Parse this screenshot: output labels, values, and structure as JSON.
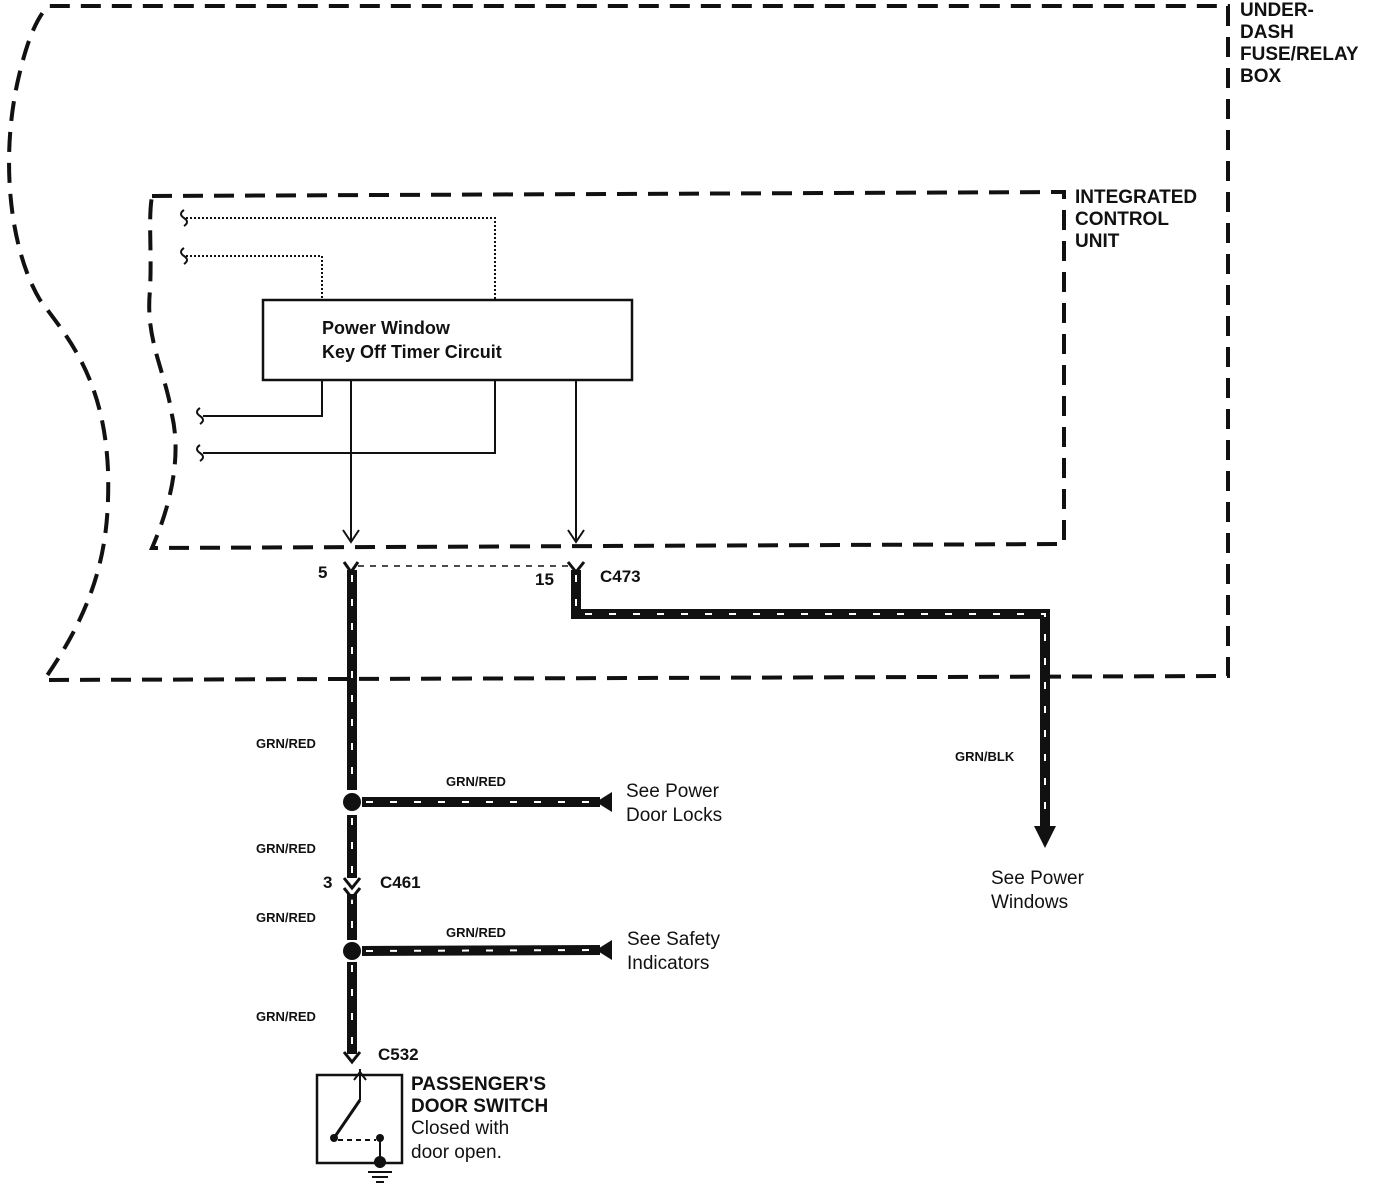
{
  "diagram": {
    "fuse_box_label": [
      "UNDER-",
      "DASH",
      "FUSE/RELAY",
      "BOX"
    ],
    "control_unit_label": [
      "INTEGRATED",
      "CONTROL",
      "UNIT"
    ],
    "timer_box_label": [
      "Power Window",
      "Key Off Timer Circuit"
    ],
    "connectors": {
      "c473": "C473",
      "c461": "C461",
      "c532": "C532",
      "pin_5": "5",
      "pin_15": "15",
      "pin_3": "3"
    },
    "wire_labels": {
      "left_1": "GRN/RED",
      "door_locks_branch": "GRN/RED",
      "left_2": "GRN/RED",
      "left_3": "GRN/RED",
      "safety_branch": "GRN/RED",
      "left_4": "GRN/RED",
      "right": "GRN/BLK"
    },
    "references": {
      "door_locks": [
        "See Power",
        "Door Locks"
      ],
      "safety_indicators": [
        "See Safety",
        "Indicators"
      ],
      "power_windows": [
        "See Power",
        "Windows"
      ]
    },
    "switch_label": [
      "PASSENGER'S",
      "DOOR SWITCH"
    ],
    "switch_note": [
      "Closed with",
      "door open."
    ],
    "icons": [
      "fuse-box-outline",
      "control-unit-outline",
      "arrow-icon",
      "splice-icon",
      "ground-icon",
      "switch-icon"
    ]
  }
}
